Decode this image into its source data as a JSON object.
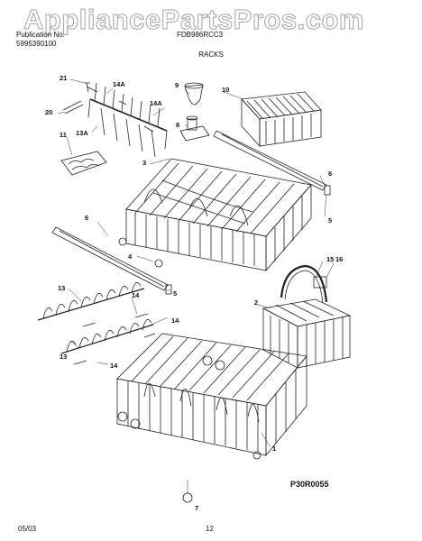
{
  "watermark": "AppliancePartsPros.com",
  "header": {
    "pub_label": "Publication No.",
    "pub_number": "5995390100",
    "model": "FDB986RCC3",
    "section": "RACKS"
  },
  "callouts": [
    "21",
    "14A",
    "9",
    "10",
    "20",
    "14A",
    "13A",
    "8",
    "11",
    "3",
    "6",
    "5",
    "6",
    "4",
    "5",
    "15",
    "16",
    "2",
    "13",
    "14",
    "14",
    "13",
    "14",
    "1",
    "7"
  ],
  "diagram_code": "P30R0055",
  "footer": {
    "date": "05/03",
    "page": "12"
  }
}
